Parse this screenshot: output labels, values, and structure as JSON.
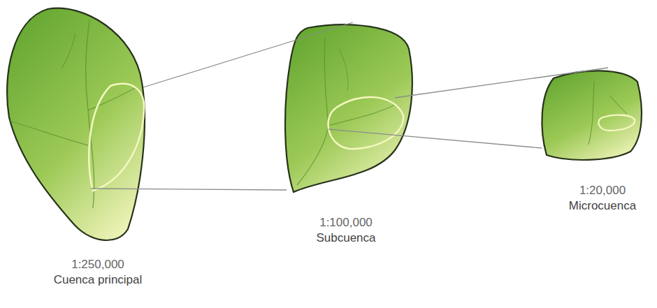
{
  "diagram": {
    "nodes": [
      {
        "text": [
          "1:250,000",
          "Cuenca principal"
        ]
      },
      {
        "text": [
          "1:100,000",
          "Subcuenca"
        ]
      },
      {
        "text": [
          "1:20,000",
          "Microcuenca"
        ]
      }
    ],
    "edges": [
      {
        "from": 0,
        "to": 1,
        "arrow": "none"
      },
      {
        "from": 1,
        "to": 2,
        "arrow": "none"
      }
    ]
  }
}
